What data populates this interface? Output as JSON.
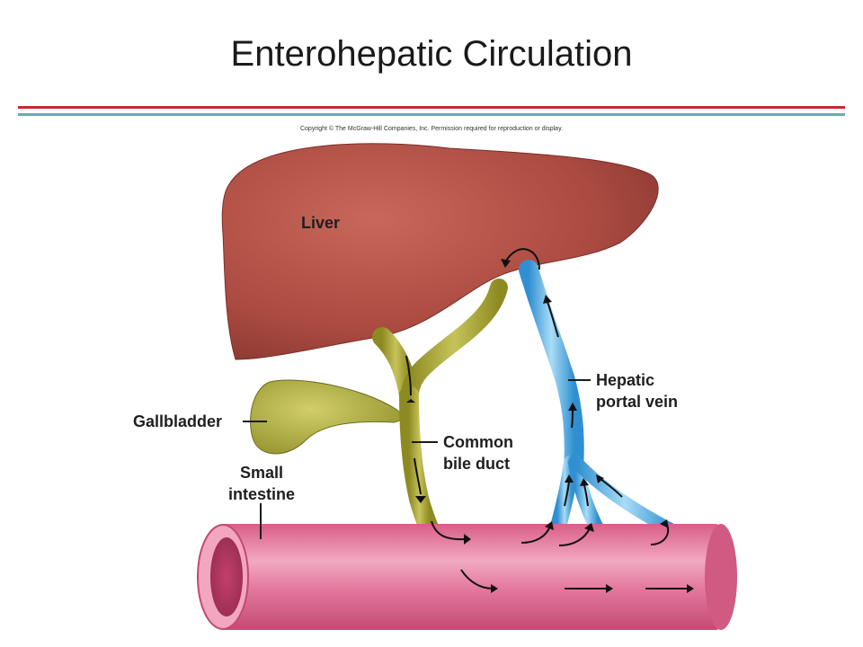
{
  "title": "Enterohepatic Circulation",
  "copyright": "Copyright © The McGraw-Hill Companies, Inc. Permission required for reproduction or display.",
  "labels": {
    "liver": "Liver",
    "gallbladder": "Gallbladder",
    "small_intestine_1": "Small",
    "small_intestine_2": "intestine",
    "common_bile_duct_1": "Common",
    "common_bile_duct_2": "bile duct",
    "hepatic_portal_vein_1": "Hepatic",
    "hepatic_portal_vein_2": "portal vein"
  },
  "colors": {
    "liver": "#b5554a",
    "bile_duct": "#a8a534",
    "portal_vein": "#4fb0e6",
    "intestine": "#e07a9e",
    "title_rule_red": "#c8282e",
    "title_rule_teal": "#6fa8b3"
  }
}
